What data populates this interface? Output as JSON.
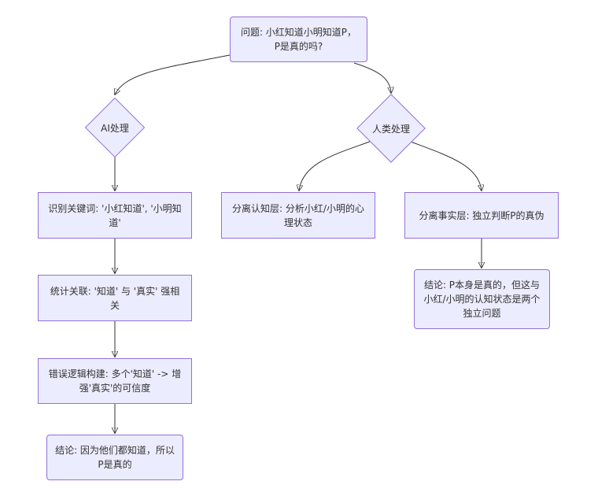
{
  "nodes": {
    "question": "问题: 小红知道小明知道P，P是真的吗?",
    "ai": "AI处理",
    "human": "人类处理",
    "ai_step1": "识别关键词: '小红知道', '小明知道'",
    "ai_step2": "统计关联: '知道' 与 '真实' 强相关",
    "ai_step3": "错误逻辑构建: 多个'知道' -> 增强'真实'的可信度",
    "ai_conclusion": "结论: 因为他们都知道，所以P是真的",
    "human_cognitive": "分离认知层: 分析小红/小明的心理状态",
    "human_fact": "分离事实层: 独立判断P的真伪",
    "human_conclusion": "结论: P本身是真的，但这与小红/小明的认知状态是两个独立问题"
  },
  "colors": {
    "node_fill": "#ECECFF",
    "node_border": "#9370DB",
    "edge": "#333333",
    "text": "#333333"
  }
}
